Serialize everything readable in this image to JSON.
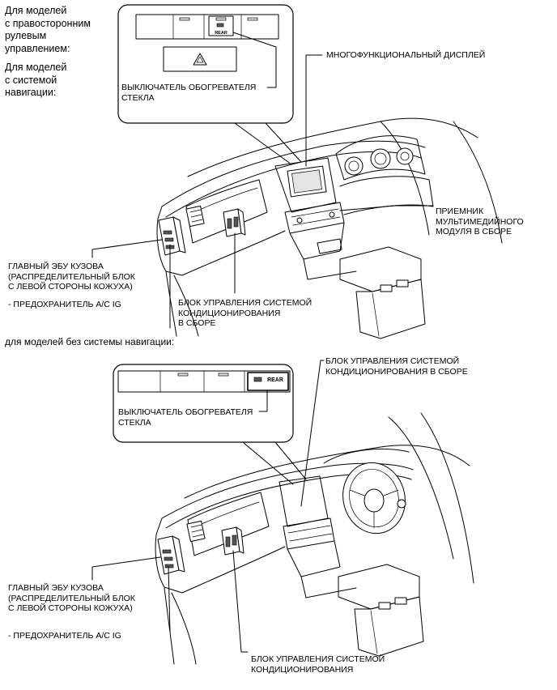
{
  "section1": {
    "intro_rhd": "Для моделей\nс правосторонним\nрулевым\nуправлением:",
    "intro_nav": "Для моделей\nс системой\nнавигации:",
    "inset": {
      "rear_label": "REAR",
      "heater_switch_label": "ВЫКЛЮЧАТЕЛЬ ОБОГРЕВАТЕЛЯ\nСТЕКЛА"
    },
    "labels": {
      "multi_display": "МНОГОФУНКЦИОНАЛЬНЫЙ ДИСПЛЕЙ",
      "media_receiver": "ПРИЕМНИК\nМУЛЬТИМЕДИЙНОГО\nМОДУЛЯ В СБОРЕ",
      "body_ecu": "ГЛАВНЫЙ ЭБУ КУЗОВА\n(РАСПРЕДЕЛИТЕЛЬНЫЙ БЛОК\nС ЛЕВОЙ СТОРОНЫ КОЖУХА)",
      "fuse": "- ПРЕДОХРАНИТЕЛЬ A/C IG",
      "ac_control": "БЛОК УПРАВЛЕНИЯ СИСТЕМОЙ\nКОНДИЦИОНИРОВАНИЯ\nВ СБОРЕ"
    }
  },
  "section2": {
    "intro": "для моделей без системы навигации:",
    "inset": {
      "rear_label": "REAR",
      "heater_switch_label": "ВЫКЛЮЧАТЕЛЬ ОБОГРЕВАТЕЛЯ\nСТЕКЛА"
    },
    "labels": {
      "ac_control_top": "БЛОК УПРАВЛЕНИЯ СИСТЕМОЙ\nКОНДИЦИОНИРОВАНИЯ В СБОРЕ",
      "body_ecu": "ГЛАВНЫЙ ЭБУ КУЗОВА\n(РАСПРЕДЕЛИТЕЛЬНЫЙ БЛОК\nС ЛЕВОЙ СТОРОНЫ КОЖУХА)",
      "fuse": "- ПРЕДОХРАНИТЕЛЬ A/C IG",
      "ac_control_bottom": "БЛОК УПРАВЛЕНИЯ СИСТЕМОЙ\nКОНДИЦИОНИРОВАНИЯ"
    }
  }
}
